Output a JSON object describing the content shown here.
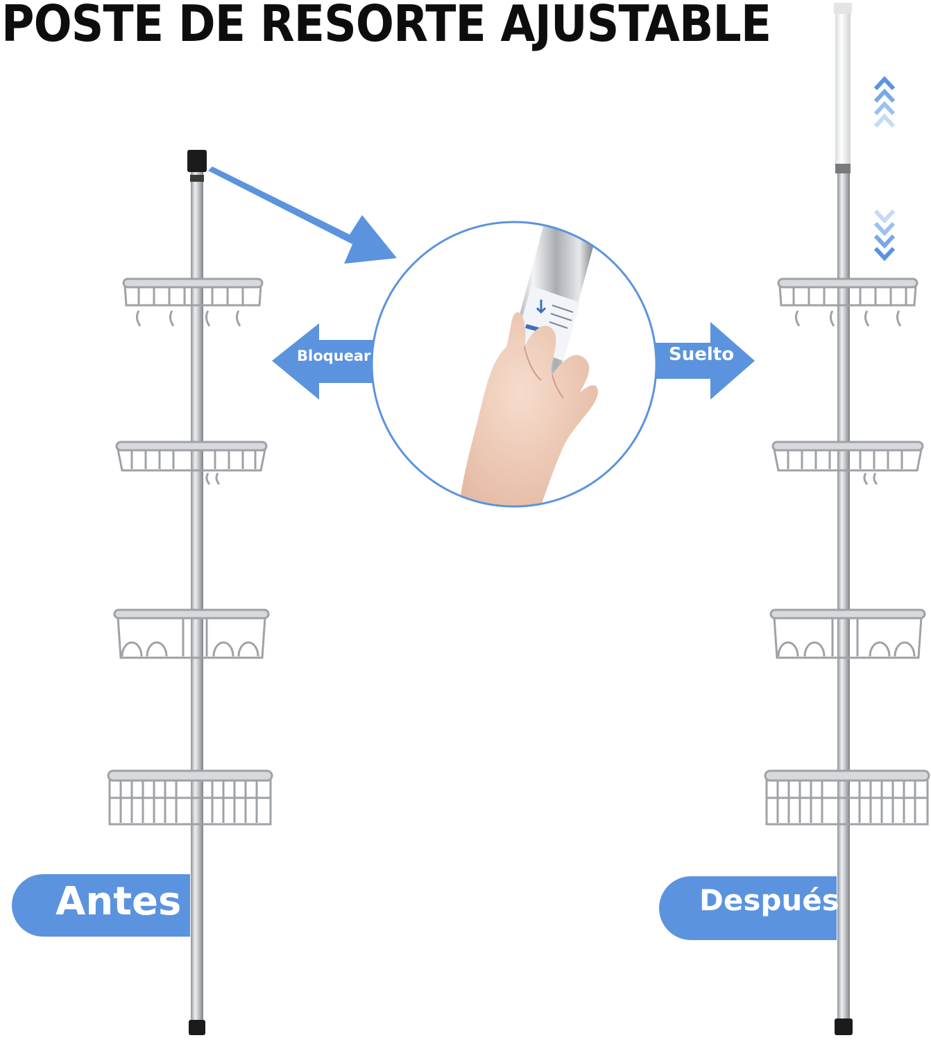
{
  "title": "POSTE DE RESORTE AJUSTABLE",
  "labels": {
    "before": "Antes",
    "after": "Después",
    "lock": "Bloquear",
    "loose": "Suelto"
  },
  "colors": {
    "accent_blue": "#5b93de",
    "pole_silver": "#b9bcc0",
    "title_black": "#0d0d0d"
  },
  "illustration": {
    "left_unit": "shower-caddy-pole-before",
    "right_unit": "shower-caddy-pole-after",
    "detail": "hand-twisting-pole-closeup"
  }
}
